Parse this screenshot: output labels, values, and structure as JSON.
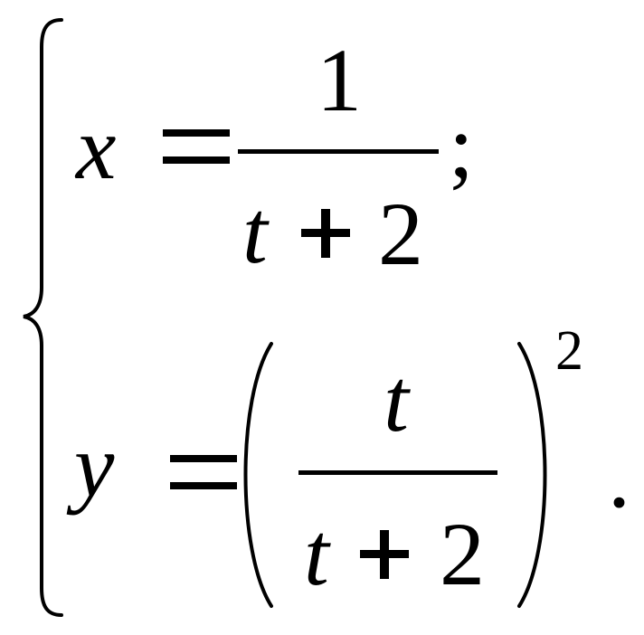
{
  "equation_system": {
    "row1": {
      "variable": "x",
      "equals": "=",
      "numerator": "1",
      "den_var": "t",
      "den_op": "+",
      "den_const": "2",
      "terminator": ";"
    },
    "row2": {
      "variable": "y",
      "equals": "=",
      "numerator": "t",
      "den_var": "t",
      "den_op": "+",
      "den_const": "2",
      "exponent": "2",
      "terminator": "."
    }
  },
  "colors": {
    "ink": "#000000",
    "background": "#ffffff"
  }
}
